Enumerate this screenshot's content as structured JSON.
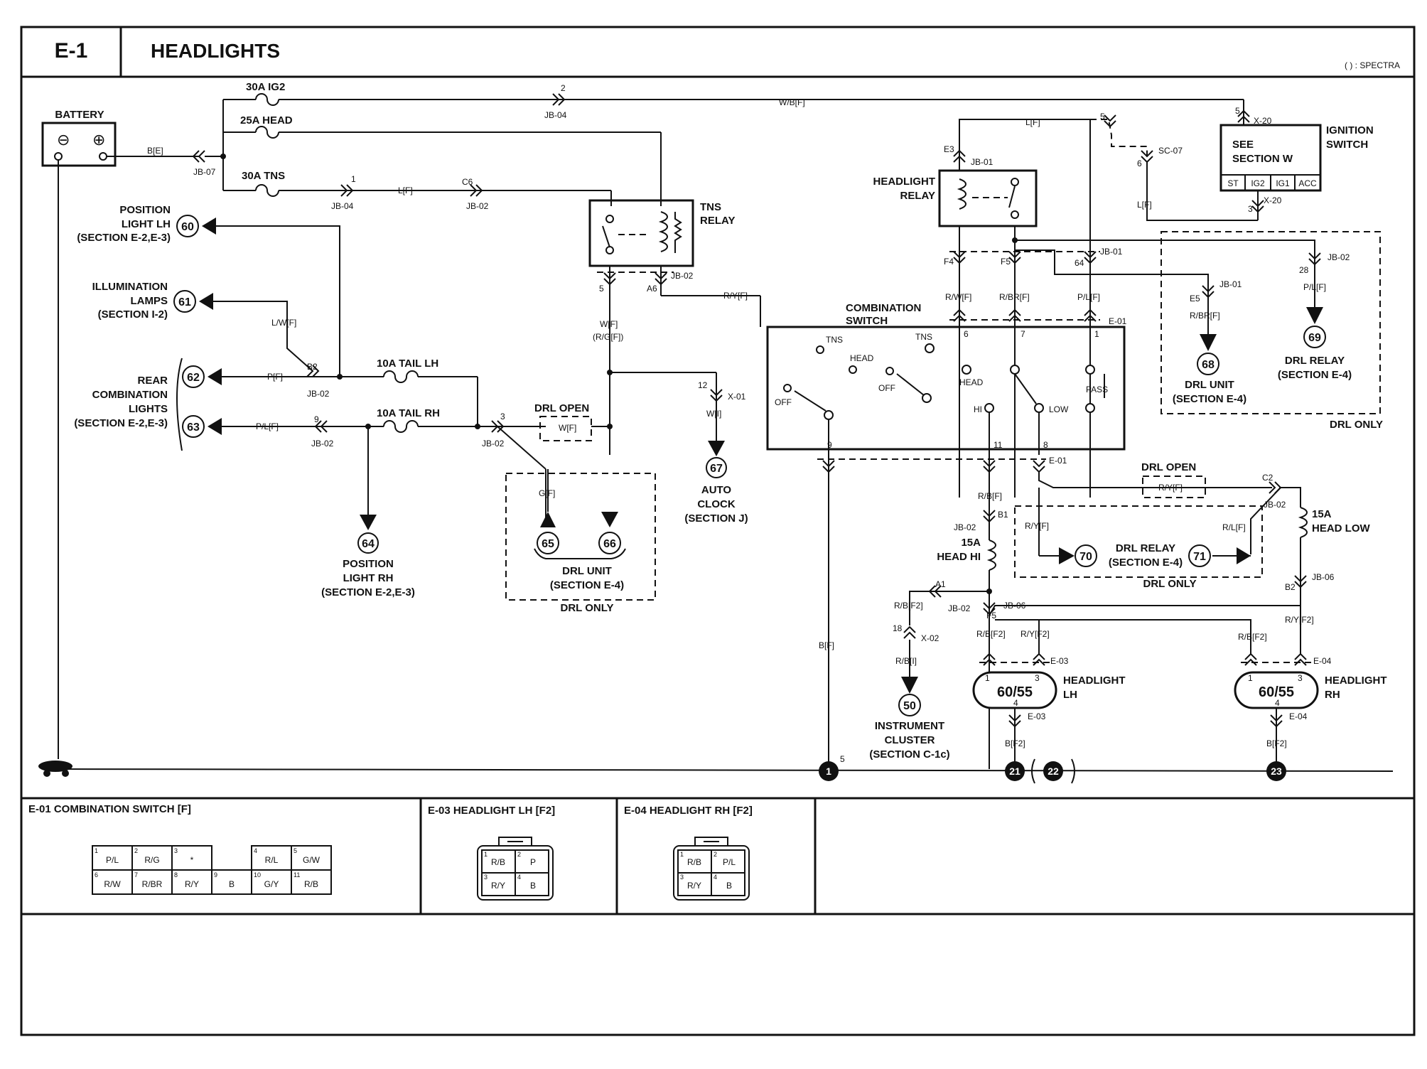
{
  "header": {
    "code": "E-1",
    "title": "HEADLIGHTS",
    "note": "(     ) : SPECTRA"
  },
  "battery": {
    "label": "BATTERY",
    "minus": "⊖",
    "plus": "⊕",
    "wire": "B[E]",
    "jb": "JB-07"
  },
  "fuses": {
    "ig2": "30A IG2",
    "head": "25A HEAD",
    "tns": "30A TNS",
    "tail_lh": "10A TAIL LH",
    "tail_rh": "10A TAIL RH",
    "head_hi_amp": "15A",
    "head_hi": "HEAD HI",
    "head_low_amp": "15A",
    "head_low": "HEAD LOW"
  },
  "top_wires": {
    "ig2_pin": "2",
    "ig2_jb": "JB-04",
    "ig2_wire": "W/B[F]",
    "tns_pin": "1",
    "tns_jb": "JB-04",
    "tns_wire": "L[F]",
    "c6": "C6",
    "c6_jb": "JB-02"
  },
  "tns_relay": {
    "l1": "TNS",
    "l2": "RELAY",
    "pin5": "5",
    "a6": "A6",
    "jb": "JB-02",
    "ry": "R/Y[F]",
    "wf": "W[F]",
    "rg": "(R/G[F])"
  },
  "left_loads": {
    "pos_lh": [
      "POSITION",
      "LIGHT LH",
      "(SECTION E-2,E-3)"
    ],
    "pos_lh_num": "60",
    "illum": [
      "ILLUMINATION",
      "LAMPS",
      "(SECTION I-2)"
    ],
    "illum_num": "61",
    "illum_wire": "L/W[F]",
    "rear": [
      "REAR",
      "COMBINATION",
      "LIGHTS",
      "(SECTION E-2,E-3)"
    ],
    "rear_num1": "62",
    "rear_num2": "63",
    "b2": "B2",
    "b2_jb": "JB-02",
    "pf": "P[F]",
    "plf": "P/L[F]",
    "pin9": "9",
    "pin9_jb": "JB-02",
    "pin3": "3",
    "pin3_jb": "JB-02",
    "pos_rh": [
      "POSITION",
      "LIGHT RH",
      "(SECTION E-2,E-3)"
    ],
    "pos_rh_num": "64"
  },
  "drl_left": {
    "open": "DRL OPEN",
    "wf": "W[F]",
    "gf": "G[F]",
    "num65": "65",
    "num66": "66",
    "unit": [
      "DRL UNIT",
      "(SECTION E-4)"
    ],
    "only": "DRL ONLY"
  },
  "clock": {
    "pin": "12",
    "x": "X-01",
    "wire": "W[I]",
    "num": "67",
    "label": [
      "AUTO",
      "CLOCK",
      "(SECTION J)"
    ]
  },
  "headlight_relay": {
    "l1": "HEADLIGHT",
    "l2": "RELAY",
    "e3": "E3",
    "jb_top": "JB-01",
    "lf": "L[F]",
    "f4": "F4",
    "f5": "F5",
    "p64": "64",
    "jb_bot": "JB-01",
    "rw": "R/W[F]",
    "rbr": "R/BR[F]",
    "pl": "P/L[F]"
  },
  "ignition": {
    "see": "SEE",
    "section": "SECTION W",
    "label": [
      "IGNITION",
      "SWITCH"
    ],
    "terms": [
      "ST",
      "IG2",
      "IG1",
      "ACC"
    ],
    "x20a": "X-20",
    "x20b": "X-20",
    "p5": "5",
    "p3": "3",
    "sc": "SC-07",
    "p5b": "5",
    "p6": "6",
    "lf": "L[F]"
  },
  "combo_switch": {
    "l1": "COMBINATION",
    "l2": "SWITCH",
    "e01": "E-01",
    "p6": "6",
    "p7": "7",
    "p1": "1",
    "tns_a": "TNS",
    "tns_b": "TNS",
    "head_a": "HEAD",
    "head_b": "HEAD",
    "off_a": "OFF",
    "off_b": "OFF",
    "hi": "HI",
    "low": "LOW",
    "pass": "PASS",
    "p9": "9",
    "p11": "11",
    "p8": "8",
    "e01b": "E-01"
  },
  "drl_right": {
    "e5": "E5",
    "jb01": "JB-01",
    "rbr": "R/BR[F]",
    "num68": "68",
    "unit": [
      "DRL UNIT",
      "(SECTION E-4)"
    ],
    "p28": "28",
    "jb02": "JB-02",
    "pl": "P/L[F]",
    "num69": "69",
    "relay": [
      "DRL RELAY",
      "(SECTION E-4)"
    ],
    "only": "DRL ONLY"
  },
  "drl_mid": {
    "open": "DRL OPEN",
    "ry": "R/Y[F]",
    "c2": "C2",
    "jb02": "JB-02",
    "ryf": "R/Y[F]",
    "rlf": "R/L[F]",
    "num70": "70",
    "num71": "71",
    "relay": [
      "DRL RELAY",
      "(SECTION E-4)"
    ],
    "only": "DRL ONLY"
  },
  "lower": {
    "rbf": "R/B[F]",
    "b1": "B1",
    "jb02": "JB-02",
    "a1": "A1",
    "jb02b": "JB-02",
    "rbf2": "R/B[F2]",
    "p18": "18",
    "x02": "X-02",
    "rbi": "R/B[I]",
    "num50": "50",
    "cluster": [
      "INSTRUMENT",
      "CLUSTER",
      "(SECTION C-1c)"
    ],
    "f5": "F5",
    "jb06": "JB-06",
    "rbf2b": "R/B[F2]",
    "ryf2": "R/Y[F2]",
    "b2": "B2",
    "jb06b": "JB-06",
    "ryf2b": "R/Y[F2]",
    "rbf2c": "R/B[F2]",
    "bf": "B[F]"
  },
  "headlights": {
    "lh_rating": "60/55",
    "lh_label": [
      "HEADLIGHT",
      "LH"
    ],
    "lh_p1": "1",
    "lh_p3": "3",
    "lh_p4": "4",
    "lh_e03a": "E-03",
    "lh_e03b": "E-03",
    "lh_wire": "B[F2]",
    "rh_rating": "60/55",
    "rh_label": [
      "HEADLIGHT",
      "RH"
    ],
    "rh_p1": "1",
    "rh_p3": "3",
    "rh_p4": "4",
    "rh_e04a": "E-04",
    "rh_e04b": "E-04",
    "rh_wire": "B[F2]"
  },
  "grounds": {
    "g1": "1",
    "g1_pin": "5",
    "g21": "21",
    "g22": "22",
    "g23": "23"
  },
  "connectors": {
    "e01": {
      "title": "E-01 COMBINATION SWITCH [F]",
      "top": [
        [
          "1",
          "P/L"
        ],
        [
          "2",
          "R/G"
        ],
        [
          "3",
          "*"
        ],
        [
          "",
          ""
        ],
        [
          "4",
          "R/L"
        ],
        [
          "5",
          "G/W"
        ]
      ],
      "bottom": [
        [
          "6",
          "R/W"
        ],
        [
          "7",
          "R/BR"
        ],
        [
          "8",
          "R/Y"
        ],
        [
          "9",
          "B"
        ],
        [
          "10",
          "G/Y"
        ],
        [
          "11",
          "R/B"
        ]
      ]
    },
    "e03": {
      "title": "E-03 HEADLIGHT LH [F2]",
      "cells": [
        [
          "1",
          "R/B"
        ],
        [
          "2",
          "P"
        ],
        [
          "3",
          "R/Y"
        ],
        [
          "4",
          "B"
        ]
      ]
    },
    "e04": {
      "title": "E-04 HEADLIGHT RH [F2]",
      "cells": [
        [
          "1",
          "R/B"
        ],
        [
          "2",
          "P/L"
        ],
        [
          "3",
          "R/Y"
        ],
        [
          "4",
          "B"
        ]
      ]
    }
  }
}
